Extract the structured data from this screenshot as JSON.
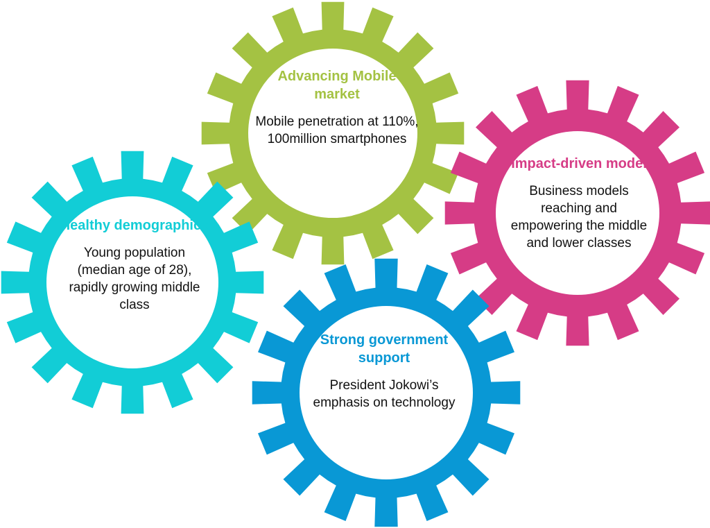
{
  "colors": {
    "green": "#a4c243",
    "magenta": "#d63c86",
    "cyan": "#12cdd6",
    "blue": "#0998d5",
    "body_text": "#111111"
  },
  "gears": [
    {
      "id": "mobile-market",
      "color": "#a4c243",
      "title": "Advancing Mobile market",
      "description": "Mobile penetration at 110%, 100million smartphones"
    },
    {
      "id": "impact-driven",
      "color": "#d63c86",
      "title": "Impact-driven model",
      "description": "Business models reaching and empowering the middle and lower classes"
    },
    {
      "id": "demographics",
      "color": "#12cdd6",
      "title": "Healthy demographics",
      "description": "Young population (median age of 28), rapidly growing middle class"
    },
    {
      "id": "government",
      "color": "#0998d5",
      "title": "Strong government support",
      "description": "President Jokowi’s emphasis on technology"
    }
  ]
}
